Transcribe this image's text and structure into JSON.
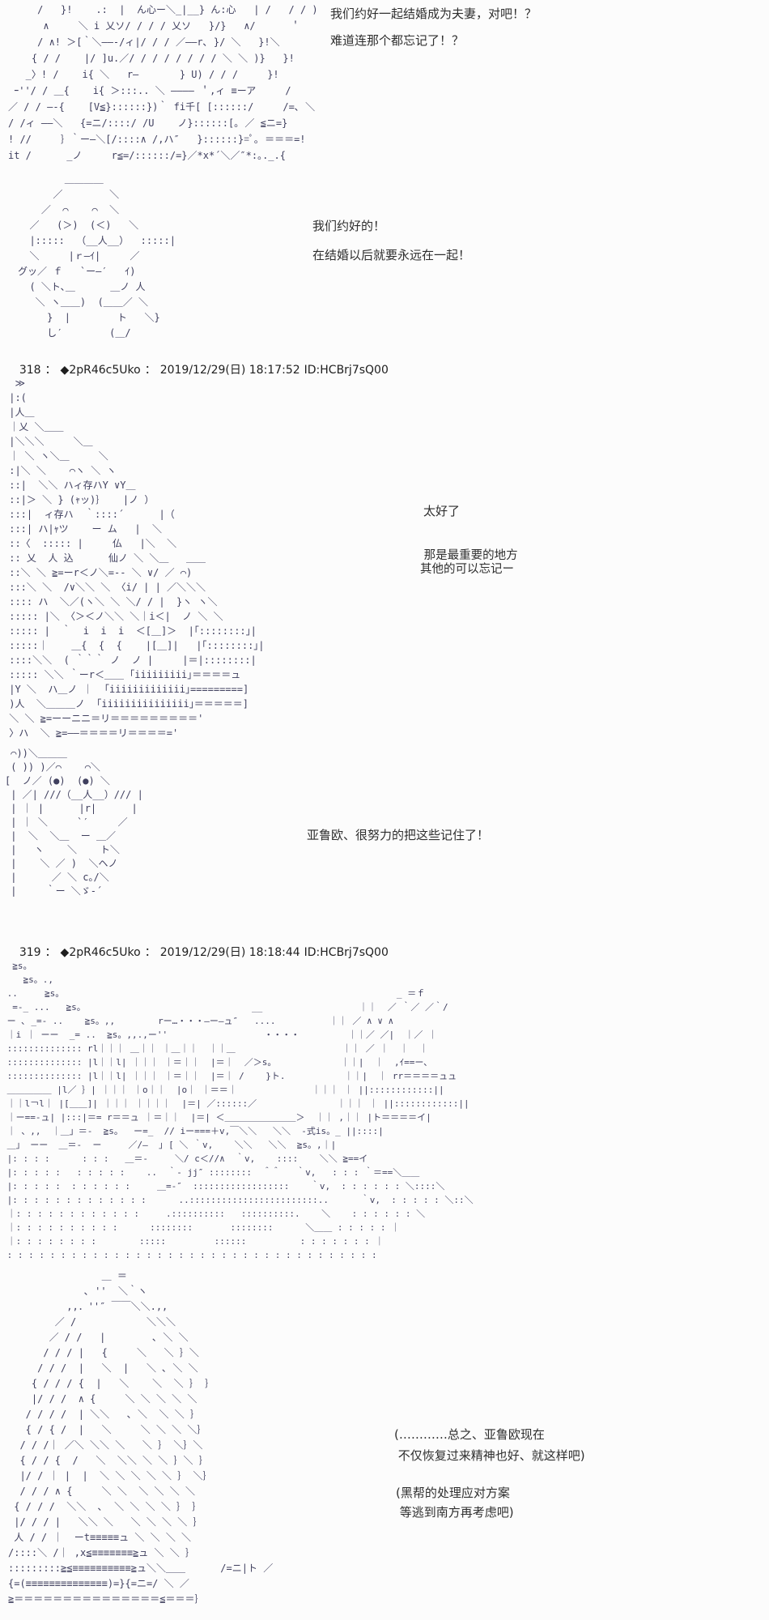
{
  "colors": {
    "background": "#fcfcfc",
    "aa_text": "#3f3f5e",
    "dialogue_text": "#2e2e2e",
    "header_text": "#1e1e1e"
  },
  "post_prev": {
    "aa_character_top": [
      "     /   }!    .:  |  ん心ー＼_|__} ん:心   | /   / / )",
      "      ∧     ＼ i 乂ソ/ / / / 乂ソ   }/}   ∧/      ＇",
      "     / ∧! ＞[｀＼――-/ィ|/ / / ／――r､ }/ ＼   }!＼",
      "    { / /    |/ ]u.／/ / / / / / / / ＼ ＼ )}   }!",
      "   _〉! /    i{ ＼   r―       } U) / / /     }!",
      " ｰ''/ / ＿{    i{ ＞:::.. ＼ ―――― ＇,ィ ≡ーア     /",
      "／ / / ―-{    [V≦}::::::})｀ fi千[ [::::::/     /=､ ＼",
      "/ /ィ ――＼   {=ニ/::::/ /U    ノ}::::::[｡ ／ ≦ニ=}",
      "! //     ｝｀ー―＼[/::::∧ /,ハ″   }::::::}=ﾟ｡ ＝＝＝=!",
      "it /      _ノ     r≦=/::::::/=}／*x*´＼／″*:｡._.{"
    ],
    "aa_yaruo_grin": [
      "        ＿＿＿＿",
      "      ／        ＼",
      "    ／  ⌒    ⌒  ＼",
      "  ／   (＞)  (＜)   ＼",
      "  |:::::  （__人__）  :::::|",
      "  ＼     |ｒ―ｲ|     ／",
      "グッ／ ｆ   `ー―′   ｲ)",
      "  ( ＼ト､＿      ＿ノ 人",
      "   ＼ ヽ＿＿)  (＿＿／ ＼",
      "     }  |        ト   ＼}",
      "     し′        (＿/"
    ],
    "bubble_marriage": [
      "我们约好一起结婚成为夫妻，对吧！？",
      "难道连那个都忘记了！？"
    ],
    "bubble_promise": [
      "我们约好的！",
      "在结婚以后就要永远在一起！"
    ]
  },
  "post_318": {
    "header": {
      "number": "318",
      "sep": "：",
      "tripcode": "◆2pR46c5Uko",
      "datetime": "2019/12/29(日) 18:17:52",
      "poster_id": "ID:HCBrj7sQ00"
    },
    "aa_heroine": [
      "  ≫",
      " |:(",
      " |人＿",
      " ｜乂 ＼＿＿",
      " |＼＼＼     ＼＿",
      " ｜ ＼ ヽ＼＿     ＼",
      " :|＼ ＼    ⌒ヽ ＼ ヽ",
      " ::|  ＼＼ ハィ存ハY ∨Y＿",
      " ::|＞ ＼ } (ｬッ)｝   |ノ ）",
      " :::|  ィ存ハ  ｀::::´      |（",
      " :::| ハ|ｬツ    ー ム   |  ＼",
      " ::〈  ::::: |     仏   |＼  ＼",
      " :: 乂  人 込      仙ノ ＼ ＼＿   ＿＿",
      " ::＼ ＼ ≧=ーr＜ノ＼=-- ＼ ∨/ ／ ⌒)",
      " :::＼ ＼  /∨＼＼ ＼ 〈i/ | | ／＼＼＼",
      " :::: ハ  ＼／(ヽ＼ ＼ ＼/ / |  }ヽ ヽ＼",
      " ::::: |＼ 〈＞＜ノ＼＼ ＼｜i＜|  ノ ＼ ＼",
      " ::::: |  ｀  i  i  i  ＜[＿]＞  |｢::::::::｣|",
      " :::::｜    ＿{  {  {    |[＿]|   |｢::::::::｣|",
      " ::::＼＼  ( ｀｀｀ ノ  ノ |     |＝|::::::::|",
      " ::::: ＼＼ ｀ーr＜＿＿ ｢iiiiiiiii｣＝＝＝＝ュ",
      " |Y ＼  ハ＿ノ ｜  ｢iiiiiiiiiiiii｣=========]",
      " )人  ＼＿＿＿ノ  ｢iiiiiiiiiiiiiii｣＝＝＝＝＝]",
      " ＼ ＼ ≧=ーーニニ＝リ＝＝＝＝＝＝＝＝＝'",
      " 〉ハ  ＼ ≧=――＝＝＝＝リ＝＝＝＝='"
    ],
    "bubble_relief": "太好了",
    "bubble_important": [
      " 那是最重要的地方",
      "其他的可以忘记ー"
    ],
    "aa_yaruo_stare": [
      " ⌒))＼＿＿＿",
      " ( )) )／⌒    ⌒＼",
      "[  ノ／ (●)  (●) ＼",
      " | ／| ///（__人__）/// |",
      " | ｜ |      |r|      |",
      " | ｜ ＼     `′     ／",
      " |  ＼  ＼＿  ー ＿／",
      " |   ヽ    ＼    ト＼",
      " |    ＼ ／ )  ＼ヘノ",
      " |      ／ ＼ c｡/＼",
      " |     ｀ー ＼ゞ-´"
    ],
    "bubble_memorized": "亚鲁欧、很努力的把这些记住了！"
  },
  "post_319": {
    "header": {
      "number": "319",
      "sep": "：",
      "tripcode": "◆2pR46c5Uko",
      "datetime": "2019/12/29(日) 18:18:44",
      "poster_id": "ID:HCBrj7sQ00"
    },
    "aa_warehouse": [
      "  ≧s。",
      "    ≧s。.,",
      " ..     ≧s。                                                              _ ＝ｆ",
      "  =-_ ...   ≧s。                               __                  ｜｜  ／ ｀／ ／｀/",
      " ー ､ _=- ..    ≧s。,,        rー…・・・―ー―ュ″   ....          ｜｜ ／ ∧ ∨ ∧",
      " ｜i ｜ ーー  _= ..  ≧s。,,.,ー''                  ・・・・         ｜｜／ ／|  ｜／ ｜",
      " :::::::::::::: rl｜｜｜ ＿｜｜ ｜＿｜｜  ｜｜＿                    ｜｜ ／ ｜  ｜  ｜",
      " :::::::::::::: |l｜｜l| ｜｜｜ ｜＝｜｜  |＝｜  ／＞s。            ｜｜|  ｜  ,ｲ==ー､",
      " :::::::::::::: |l｜｜l| ｜｜｜ ｜＝｜｜  |＝｜ /    }ト.           ｜｜|  ｜ rr＝＝＝＝ュュ",
      " ＿＿＿＿＿ |l／ ｝| ｜｜｜ ｜o｜｜  |o｜ ｜＝＝｜              ｜｜｜ ｜ ||::::::::::::||",
      " ｜｜l￢l｜ |[＿＿]| ｜｜｜ ｜｜｜｜  |＝| ／::::::／               ｜｜｜ ｜ ||::::::::::::||",
      " ｜ー==-ュ| |:::|＝= r＝＝ュ ｜＝｜｜  |＝| ＜＿＿＿＿＿＿＿＿＞  ｜｜ ,｜｜ |ト＝＝＝＝イ|",
      " ｜ 、,,  ｜＿」＝-  ≧s。  ー=_  // iー===＋v,￣＼＼   ＼＼  -式is。_ ||::::|",
      " ＿」 ーー  ＿＝-  ー     ／/―  ｣ [ ＼ ｀v,    ＼＼   ＼＼  ≧s。,｜|",
      " |: : : :      : : :   ＿＝-     ＼/ c＜//∧  ｀v,    ::::    ＼＼ ≧==イ",
      " |: : : : :   : : : : :    ..  ｀- jj″ ::::::::  ＾＾   ｀v,   : : : ｀＝==＼＿＿",
      " |: : : : :  : : : : : :     ＿=-″  ::::::::::::::::::    ｀v,  : : : : : : ＼::::＼",
      " |: : : : : : : : : : : : :      ..::::::::::::::::::::::::..      ｀v,  : : : : : ＼::＼",
      " ｜: : : : : : : : : : : :     .::::::::::   ::::::::::.    ＼    : : : : : : ＼",
      " ｜: : : : : : : : : :      ::::::::       ::::::::      ＼＿＿ : : : : : ｜",
      " ｜: : : : : : : :        :::::         ::::::          : : : : : : : ｜",
      " : : : : : : : : : : : : : : : : : : : : : : : : : : : : : : : : : : :"
    ],
    "aa_cloaked_figure": [
      "                ＿ ＝",
      "             ､ ''  ＼｀ヽ",
      "          ,,．''″ ￣￣＼＼.,,",
      "        ／ /            ＼＼＼",
      "       ／ / /   |        ､ ＼ ＼",
      "      / / / |   {     ＼   ＼ ｝＼",
      "     / / /  |   ＼  |   ＼ ､ ＼ ＼",
      "    { / / / {  |   ＼    ＼  ＼ ｝ ｝",
      "    |/ / /  ∧ {     ＼ ＼ ＼ ＼ ＼",
      "   / / / /  | ＼＼   ､ ＼  ＼ ＼ ｝",
      "   { / { /  |   ＼     ＼ ＼ ＼ ＼｝",
      "  / / /｜ ／＼ ＼＼ ＼   ＼ ｝ ＼｝＼",
      "  { / / {  /   ＼  ＼＼ ＼ ＼ ｝＼ ｝",
      "  |/ / ｜ |  |  ＼ ＼ ＼ ＼ ＼ ｝ ＼｝",
      "  / / / ∧ {     ＼ ＼  ＼ ＼ ＼ ＼",
      " { / / /  ＼＼  ､  ＼ ＼ ＼ ＼ ｝ ｝",
      " |/ / / |   ＼＼ ＼   ＼ ＼ ＼ ＼ ｝",
      " 人 / / ｜  ーt≡≡≡≡≡ュ ＼ ＼ ＼ ＼",
      "/::::＼ /｜ ,x≦≡≡≡≡≡≡≡≧ュ ＼ ＼ ｝",
      ":::::::::≧≦≡≡≡≡≡≡≡≡≡≡≧ュ＼＼＿＿      /=ニ|ト ／",
      "{=(≡≡≡≡≡≡≡≡≡≡≡≡≡≡)=}{=ニ=/ ＼ ／",
      "≧＝＝＝＝＝＝＝＝＝＝＝＝＝＝＝≦＝＝＝｝"
    ],
    "bubble_monologue_1": [
      "(…………总之、亚鲁欧现在",
      " 不仅恢复过来精神也好、就这样吧)"
    ],
    "bubble_monologue_2": [
      "(黑帮的处理应对方案",
      " 等逃到南方再考虑吧)"
    ]
  }
}
